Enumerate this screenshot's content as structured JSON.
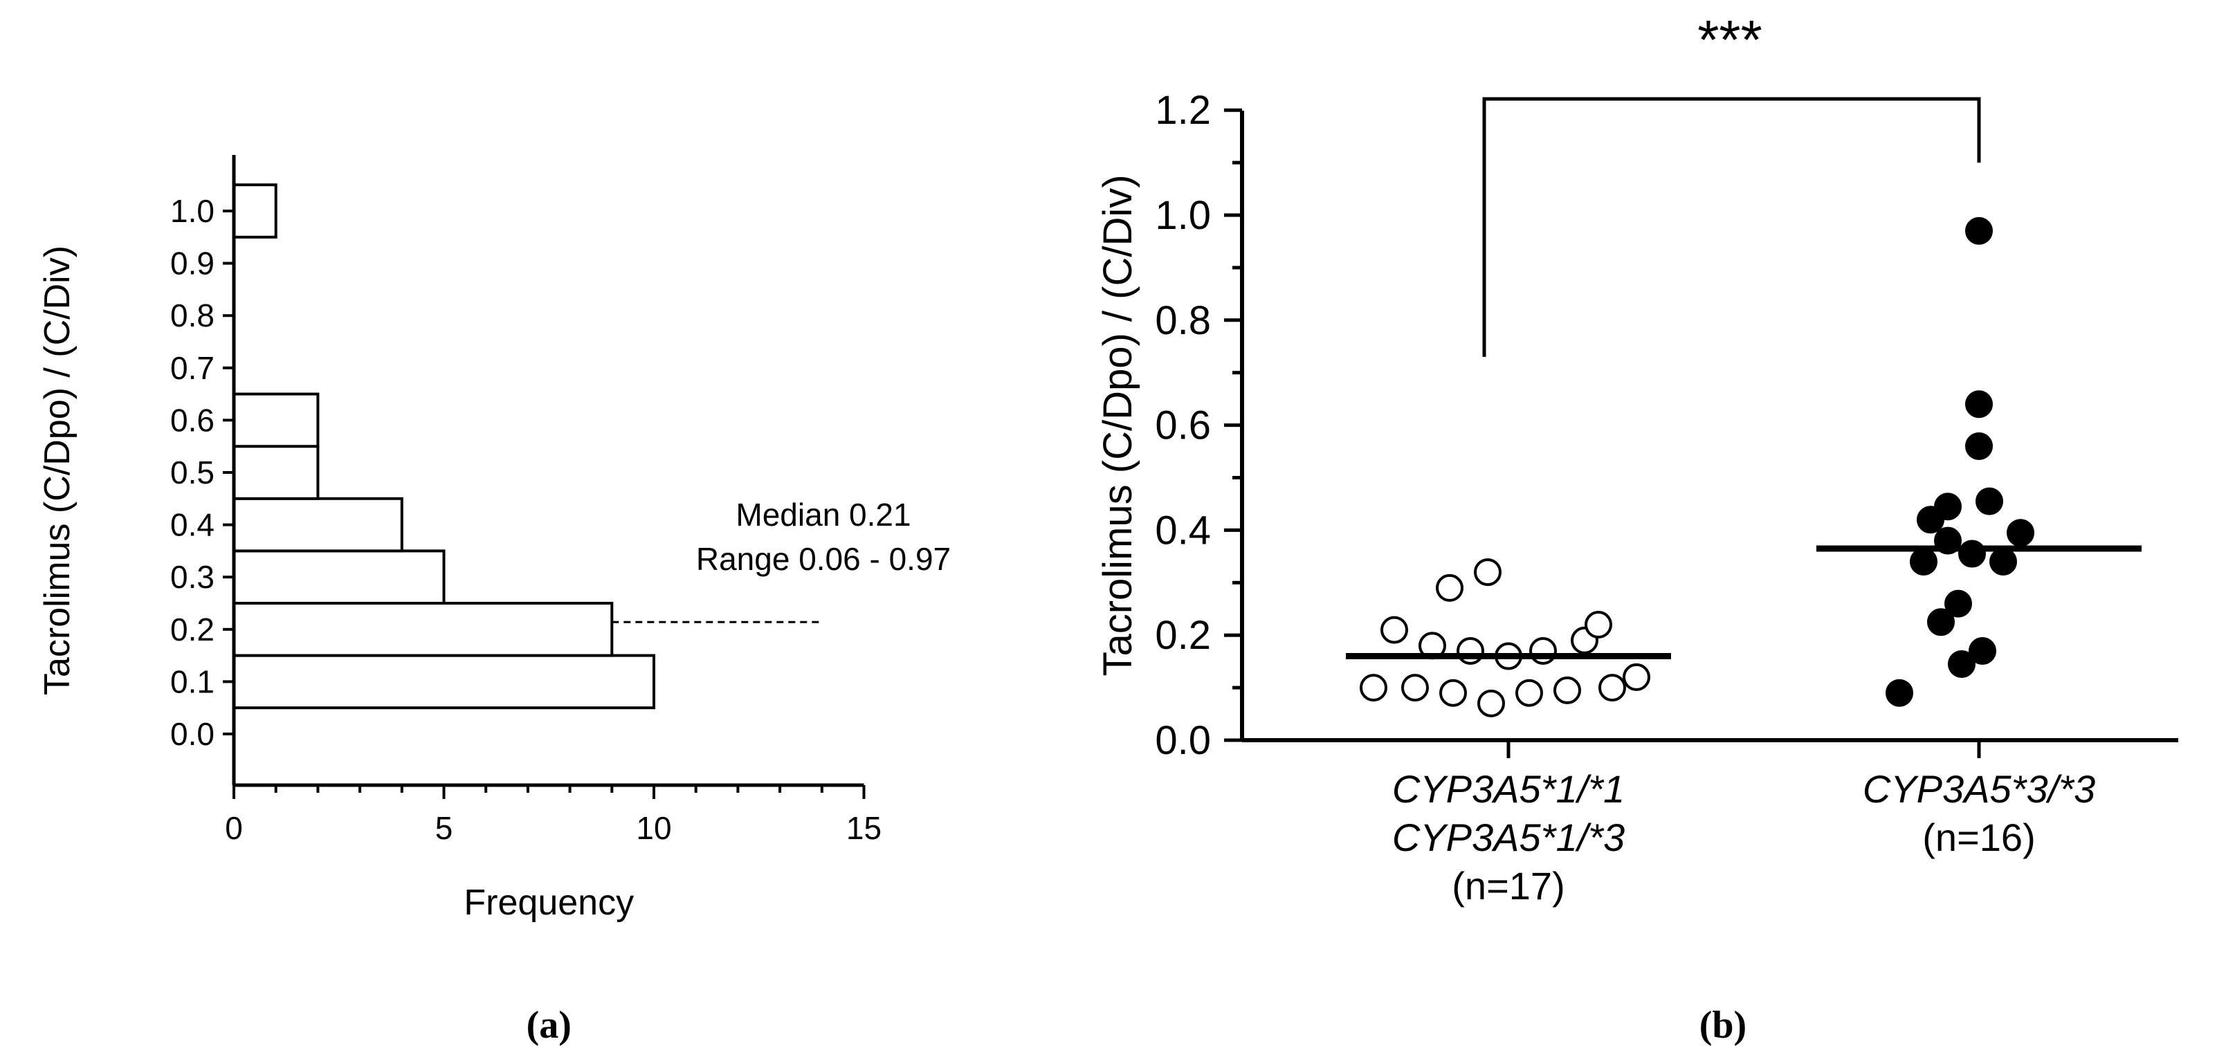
{
  "chart_data": [
    {
      "type": "bar",
      "orientation": "horizontal",
      "panel_label": "(a)",
      "xlabel": "Frequency",
      "ylabel": "Tacrolimus (C/Dpo) / (C/Div)",
      "xlim": [
        0,
        15
      ],
      "xticks": [
        "0",
        "5",
        "10",
        "15"
      ],
      "ylim": [
        -0.05,
        1.1
      ],
      "yticks": [
        "0.0",
        "0.1",
        "0.2",
        "0.3",
        "0.4",
        "0.5",
        "0.6",
        "0.7",
        "0.8",
        "0.9",
        "1.0"
      ],
      "bins": [
        {
          "center": 0.1,
          "count": 10
        },
        {
          "center": 0.2,
          "count": 9
        },
        {
          "center": 0.3,
          "count": 5
        },
        {
          "center": 0.4,
          "count": 4
        },
        {
          "center": 0.5,
          "count": 2
        },
        {
          "center": 0.6,
          "count": 2
        },
        {
          "center": 1.0,
          "count": 1
        }
      ],
      "median_value": 0.21,
      "annotation": {
        "line1": "Median 0.21",
        "line2": "Range 0.06 - 0.97"
      }
    },
    {
      "type": "scatter",
      "panel_label": "(b)",
      "ylabel": "Tacrolimus (C/Dpo) / (C/Div)",
      "ylim": [
        0,
        1.2
      ],
      "yticks": [
        "0.0",
        "0.2",
        "0.4",
        "0.6",
        "0.8",
        "1.0",
        "1.2"
      ],
      "significance": "***",
      "groups": [
        {
          "label_lines": [
            "CYP3A5*1/*1",
            "CYP3A5*1/*3"
          ],
          "n_label": "(n=17)",
          "marker": "open",
          "median": 0.16,
          "values": [
            0.21,
            0.18,
            0.29,
            0.32,
            0.1,
            0.1,
            0.09,
            0.07,
            0.17,
            0.16,
            0.17,
            0.09,
            0.095,
            0.19,
            0.22,
            0.1,
            0.12
          ]
        },
        {
          "label_lines": [
            "CYP3A5*3/*3"
          ],
          "n_label": "(n=16)",
          "marker": "filled",
          "median": 0.365,
          "values": [
            0.97,
            0.64,
            0.56,
            0.42,
            0.445,
            0.455,
            0.38,
            0.34,
            0.355,
            0.395,
            0.34,
            0.225,
            0.26,
            0.17,
            0.145,
            0.09
          ]
        }
      ]
    }
  ]
}
